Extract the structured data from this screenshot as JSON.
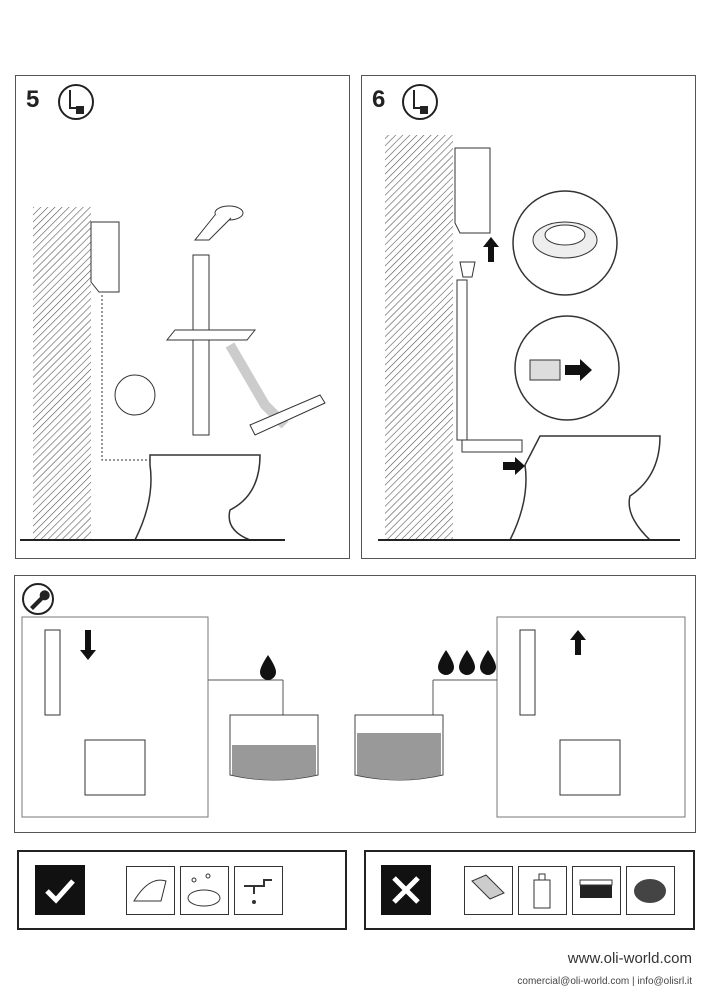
{
  "steps": [
    {
      "number": "5",
      "icon": "toilet-connection-icon"
    },
    {
      "number": "6",
      "icon": "toilet-connection-icon"
    }
  ],
  "maintenance": {
    "icon": "wrench-icon",
    "drops_low": 1,
    "drops_high": 3
  },
  "cleaning": {
    "allowed": {
      "icon": "check-icon",
      "items": [
        "cloth-icon",
        "soap-icon",
        "water-tap-icon"
      ]
    },
    "forbidden": {
      "icon": "cross-icon",
      "items": [
        "scraper-icon",
        "detergent-bottle-icon",
        "abrasive-sponge-icon",
        "steel-wool-icon"
      ]
    }
  },
  "footer": {
    "website": "www.oli-world.com",
    "contacts": "comercial@oli-world.com | info@olisrl.it"
  }
}
